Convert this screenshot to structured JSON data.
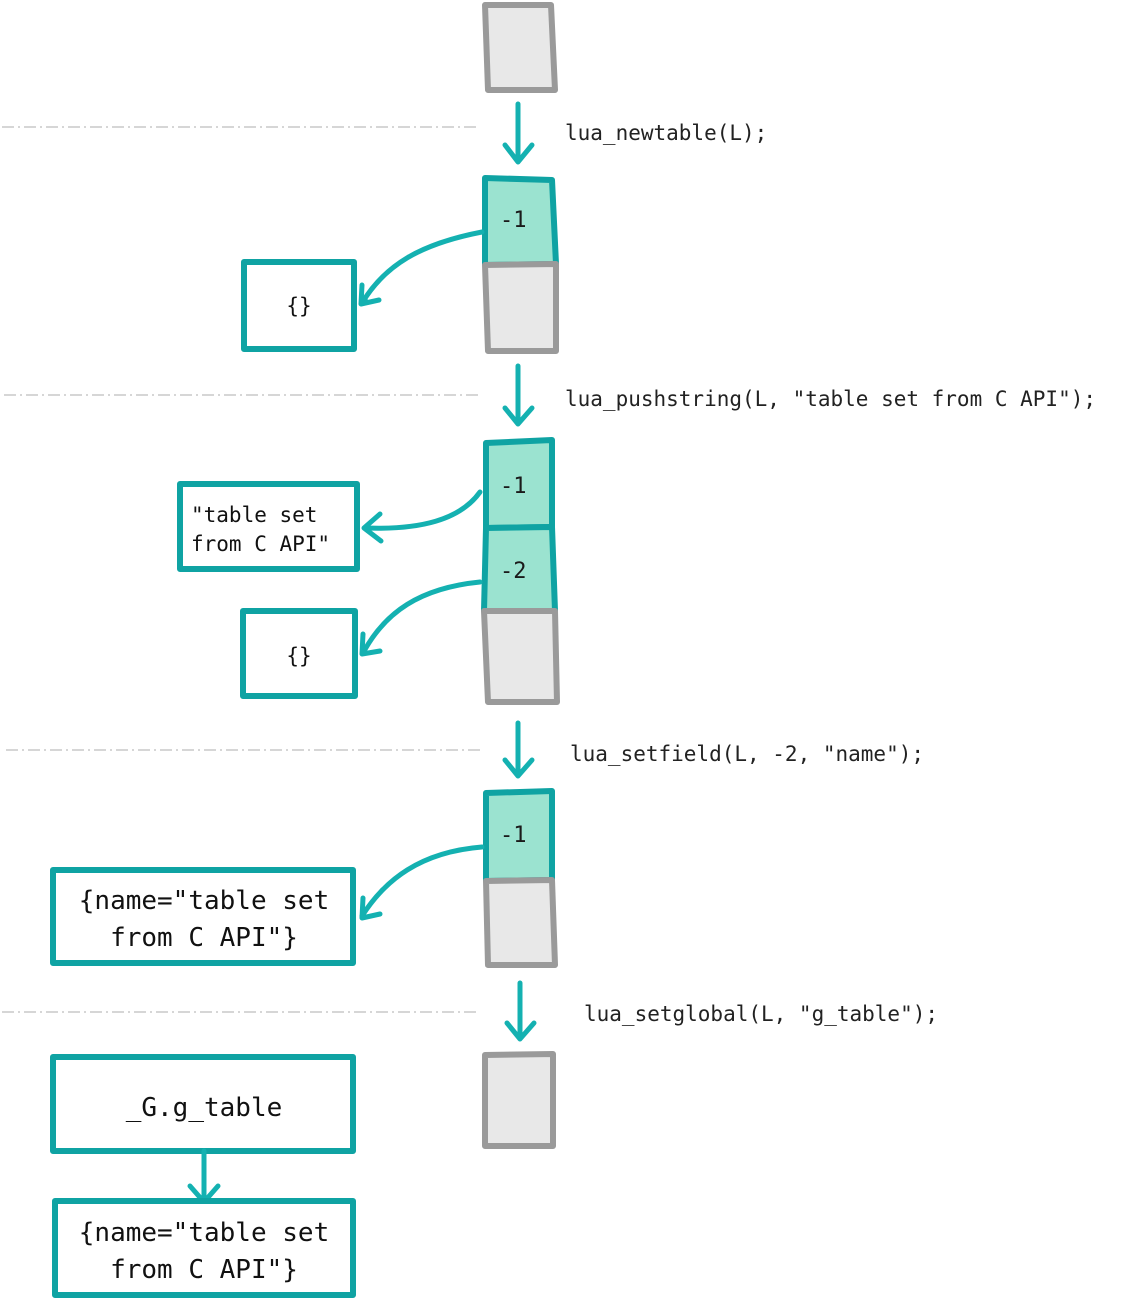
{
  "colors": {
    "teal": "#0fa3a3",
    "teal_arrow": "#14b1b1",
    "slot_fill": "#9be3d0",
    "empty_fill": "#e8e8e8",
    "empty_stroke": "#9a9a9a"
  },
  "steps": [
    {
      "code": "lua_newtable(L);"
    },
    {
      "code": "lua_pushstring(L, \"table set from C API\");"
    },
    {
      "code": "lua_setfield(L, -2, \"name\");"
    },
    {
      "code": "lua_setglobal(L, \"g_table\");"
    }
  ],
  "stack_labels": {
    "minus1": "-1",
    "minus2": "-2"
  },
  "values": {
    "empty_table": "{}",
    "string_line1": "\"table set",
    "string_line2": "from C API\"",
    "table_line1": "{name=\"table set",
    "table_line2": "from C API\"}",
    "global_name": "_G.g_table"
  }
}
